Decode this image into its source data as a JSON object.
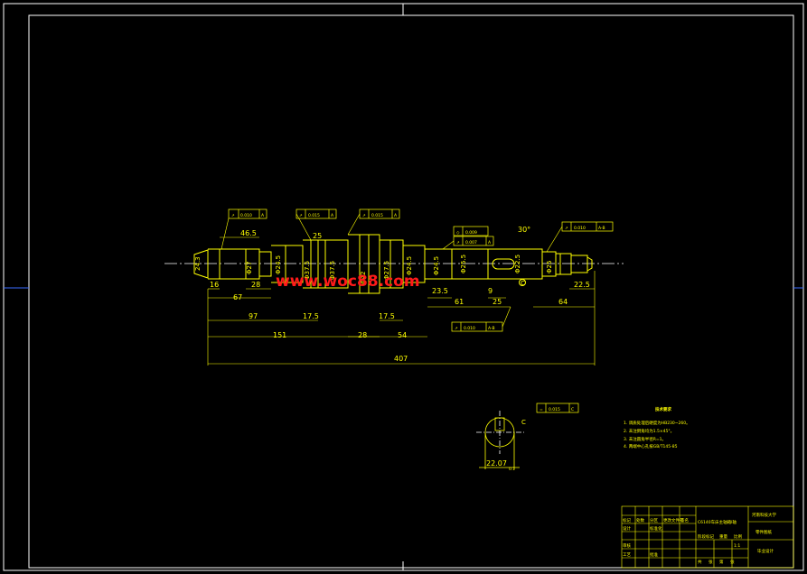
{
  "main_dimensions": {
    "d_16": "16",
    "d_67": "67",
    "d_28a": "28",
    "d_97": "97",
    "d_151": "151",
    "d_407": "407",
    "d_17_5a": "17.5",
    "d_28b": "28",
    "d_17_5b": "17.5",
    "d_54": "54",
    "d_23_5": "23.5",
    "d_61": "61",
    "d_9": "9",
    "d_25": "25",
    "d_64": "64",
    "d_22_5": "22.5",
    "d_46_5": "46.5",
    "d_25_top": "25",
    "d_30_deg": "30°"
  },
  "diameters": [
    "24.3",
    "Φ27",
    "Φ24.5",
    "Φ37.5",
    "Φ37.5",
    "Φ42",
    "Φ27.5",
    "Φ24.5",
    "Φ24.5",
    "Φ25.5",
    "Φ22.5",
    "Φ25"
  ],
  "tolerance_frames": [
    {
      "symbol": "↗",
      "value": "0.010",
      "datum": "A"
    },
    {
      "symbol": "↗",
      "value": "0.015",
      "datum": "A"
    },
    {
      "symbol": "↗",
      "value": "0.015",
      "datum": "A"
    },
    {
      "symbol": "◇",
      "value": "0.009",
      "datum": ""
    },
    {
      "symbol": "↗",
      "value": "0.007",
      "datum": "A"
    },
    {
      "symbol": "↗",
      "value": "0.010",
      "datum": "A-B"
    },
    {
      "symbol": "↗",
      "value": "0.010",
      "datum": "A-B"
    },
    {
      "symbol": "=",
      "value": "0.015",
      "datum": "C"
    }
  ],
  "section": {
    "dim": "22.07",
    "tol": "0.1",
    "label": "C"
  },
  "tech_notes": {
    "title": "技术要求",
    "items": [
      "1. 调质处理后硬度为HB230~260。",
      "2. 未注倒角均为1.5×45°。",
      "3. 未注圆角半径R=1。",
      "4. 两端中心孔按GB/T145-85"
    ]
  },
  "title_block": {
    "part_name": "C6140车床主轴箱I轴",
    "school": "河南科技大学",
    "drawing_no": "零件图纸",
    "project": "毕业设计",
    "scale": "1:1",
    "labels": [
      "标记",
      "处数",
      "分区",
      "更改文件号",
      "签名",
      "年月日",
      "设计",
      "标准化",
      "审核",
      "工艺",
      "批准",
      "阶段标记",
      "重量",
      "比例",
      "共",
      "张",
      "第",
      "张"
    ]
  },
  "watermark": "www.woc88.com",
  "colors": {
    "background": "#000000",
    "line": "#ffff00",
    "frame": "#ffffff",
    "watermark": "#ff1a1a",
    "grid": "#8a7b3a"
  }
}
